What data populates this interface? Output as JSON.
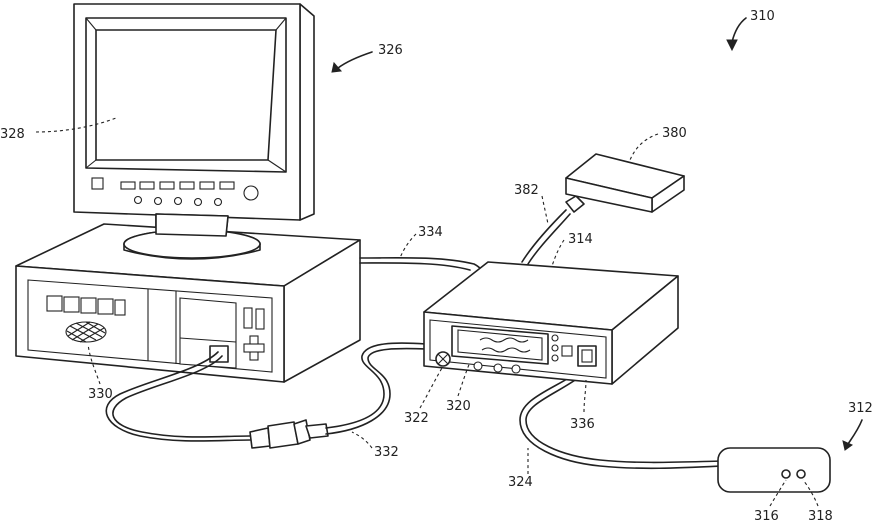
{
  "labels": {
    "system": "310",
    "handpiece": "312",
    "controller": "314",
    "port_left": "316",
    "port_right": "318",
    "display_window": "320",
    "power_knob": "322",
    "handpiece_cable": "324",
    "computer": "326",
    "monitor_screen": "328",
    "computer_tower": "330",
    "computer_cable": "332",
    "link_cable": "334",
    "cable_connector": "336",
    "accessory_box": "380",
    "accessory_cable": "382"
  }
}
